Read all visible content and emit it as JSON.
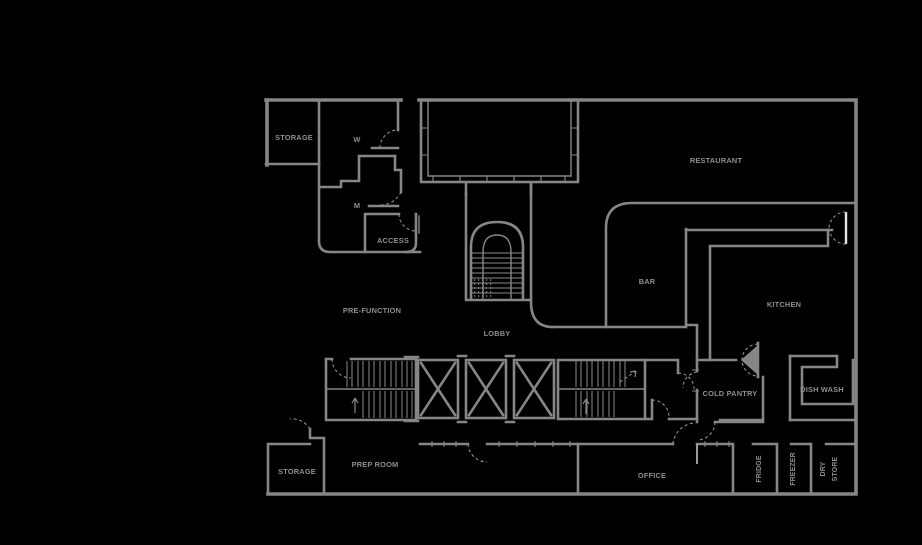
{
  "page": {
    "background": "#000000"
  },
  "plan": {
    "type": "architectural-floor-plan",
    "wall_color": "#868686",
    "label_color": "#8f8f8f",
    "door_leaf_color": "#e6e6e6",
    "labels": {
      "storage_top": "STORAGE",
      "womens": "W",
      "mens": "M",
      "access": "ACCESS",
      "restaurant": "RESTAURANT",
      "prefunction": "PRE-FUNCTION",
      "lobby": "LOBBY",
      "bar": "BAR",
      "kitchen": "KITCHEN",
      "cold_pantry": "COLD PANTRY",
      "dish_wash": "DISH WASH",
      "storage_bottom": "STORAGE",
      "prep_room": "PREP ROOM",
      "office": "OFFICE",
      "fridge": "FRIDGE",
      "freezer": "FREEZER",
      "dry_store_line1": "DRY",
      "dry_store_line2": "STORE"
    }
  }
}
